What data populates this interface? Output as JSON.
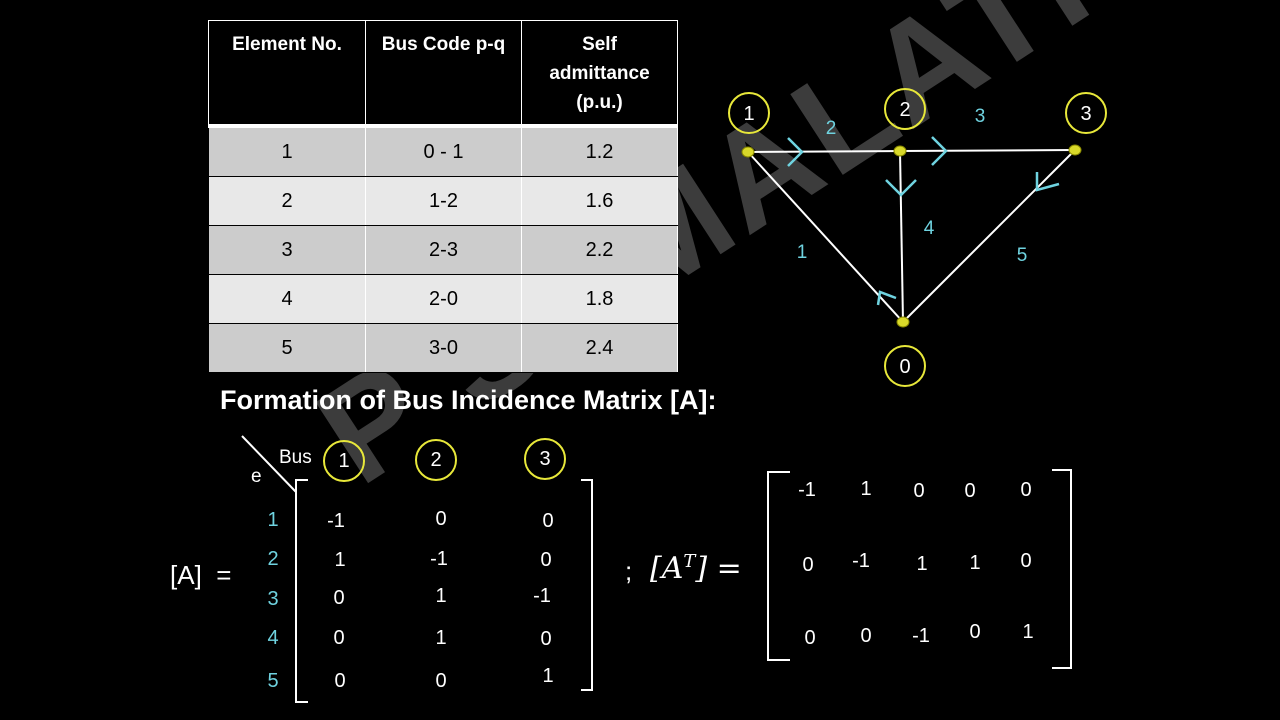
{
  "watermark": "P SUMALATHA",
  "table": {
    "headers": [
      "Element No.",
      "Bus Code p-q",
      "Self admittance (p.u.)"
    ],
    "header3_lines": [
      "Self",
      "admittance",
      "(p.u.)"
    ],
    "rows": [
      [
        "1",
        "0 - 1",
        "1.2"
      ],
      [
        "2",
        "1-2",
        "1.6"
      ],
      [
        "3",
        "2-3",
        "2.2"
      ],
      [
        "4",
        "2-0",
        "1.8"
      ],
      [
        "5",
        "3-0",
        "2.4"
      ]
    ]
  },
  "diagram": {
    "buses": [
      "1",
      "2",
      "3",
      "0"
    ],
    "elements": [
      "1",
      "2",
      "3",
      "4",
      "5"
    ],
    "colors": {
      "bus_circle": "#e8e83a",
      "line": "#ffffff",
      "label": "#6fd3e0",
      "node": "#d9d92a"
    }
  },
  "heading": "Formation of Bus Incidence Matrix [A]:",
  "matrix_a": {
    "label": "[A]  =",
    "corner_bus": "Bus",
    "corner_e": "e",
    "col_buses": [
      "1",
      "2",
      "3"
    ],
    "row_elements": [
      "1",
      "2",
      "3",
      "4",
      "5"
    ],
    "values": [
      [
        "-1",
        "0",
        "0"
      ],
      [
        "1",
        "-1",
        "0"
      ],
      [
        "0",
        "1",
        "-1"
      ],
      [
        "0",
        "1",
        "0"
      ],
      [
        "0",
        "0",
        "1"
      ]
    ]
  },
  "matrix_at": {
    "separator": ";",
    "label_base": "[A",
    "label_sup": "T",
    "label_end": "] =",
    "values": [
      [
        "-1",
        "1",
        "0",
        "0",
        "0"
      ],
      [
        "0",
        "-1",
        "1",
        "1",
        "0"
      ],
      [
        "0",
        "0",
        "-1",
        "0",
        "1"
      ]
    ]
  }
}
